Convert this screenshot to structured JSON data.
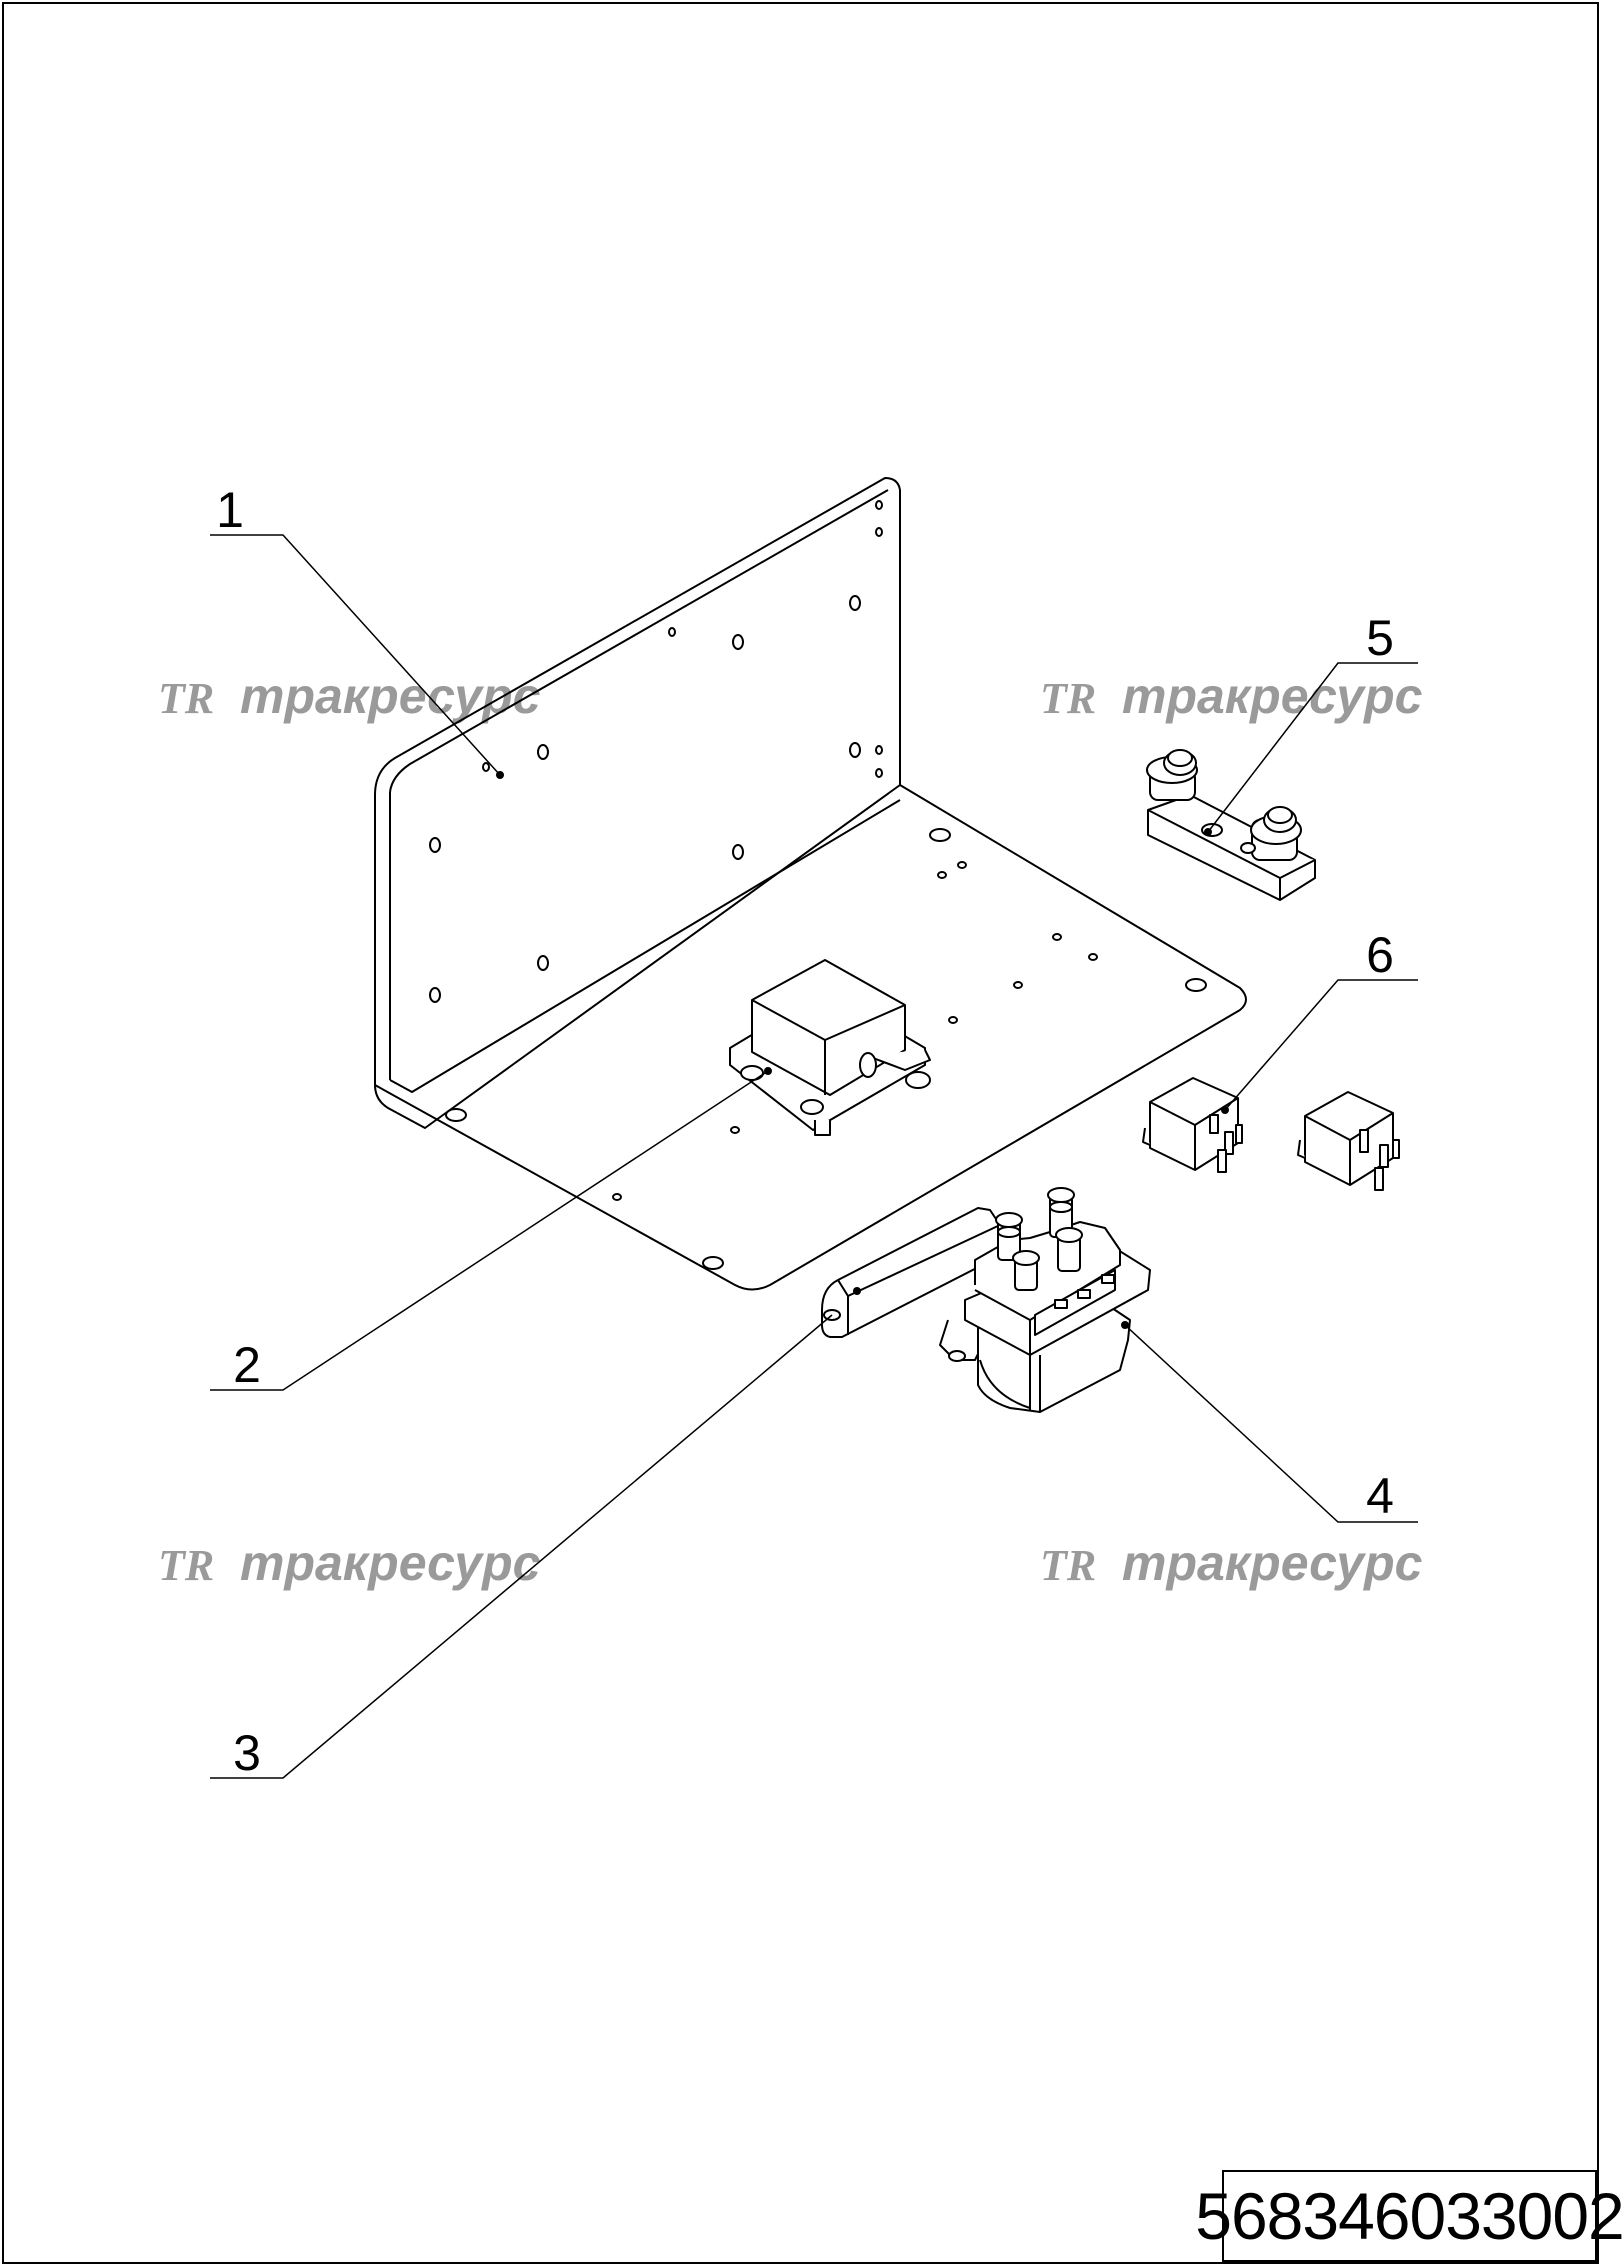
{
  "callouts": [
    {
      "number": "1",
      "part": "mounting-bracket"
    },
    {
      "number": "2",
      "part": "sensor-box"
    },
    {
      "number": "3",
      "part": "terminal-strip"
    },
    {
      "number": "4",
      "part": "contactor"
    },
    {
      "number": "5",
      "part": "fuse-holder"
    },
    {
      "number": "6",
      "part": "relays"
    }
  ],
  "watermark": {
    "logo": "TR",
    "text": "тракресурс"
  },
  "document": {
    "number": "568346033002"
  },
  "colors": {
    "line": "#000000",
    "watermark": "#9a9a9a",
    "background": "#ffffff"
  }
}
